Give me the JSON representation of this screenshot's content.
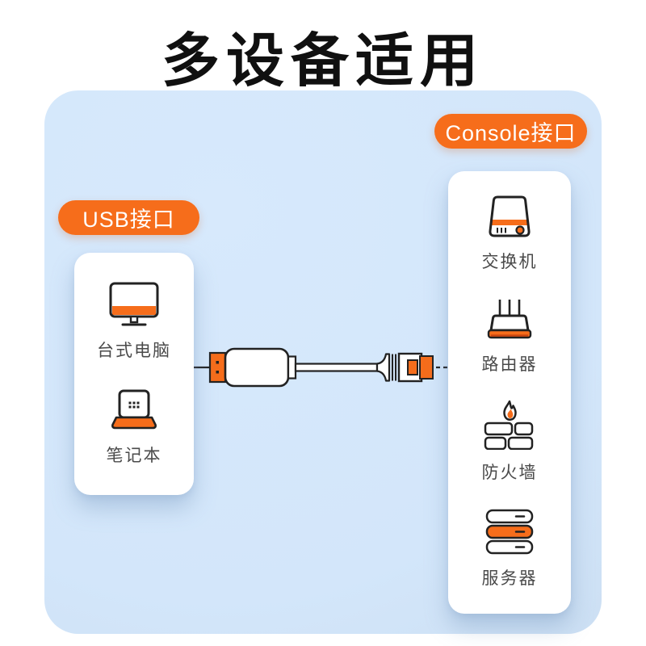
{
  "title": "多设备适用",
  "colors": {
    "accent_orange": "#f66d1b",
    "panel_blue": "#d3e6fa",
    "outline_dark": "#222222",
    "label_gray": "#4a4a4a"
  },
  "badges": {
    "console": "Console接口",
    "usb": "USB接口"
  },
  "usb_card": {
    "items": [
      {
        "icon": "desktop-icon",
        "label": "台式电脑"
      },
      {
        "icon": "laptop-icon",
        "label": "笔记本"
      }
    ]
  },
  "console_card": {
    "items": [
      {
        "icon": "switch-icon",
        "label": "交换机"
      },
      {
        "icon": "router-icon",
        "label": "路由器"
      },
      {
        "icon": "firewall-icon",
        "label": "防火墙"
      },
      {
        "icon": "server-icon",
        "label": "服务器"
      }
    ]
  }
}
